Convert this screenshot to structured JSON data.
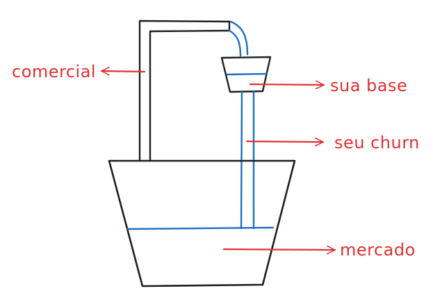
{
  "diagram": {
    "labels": {
      "comercial": "comercial",
      "sua_base": "sua base",
      "seu_churn": "seu churn",
      "mercado": "mercado"
    },
    "colors": {
      "outline": "#1e1e1e",
      "water": "#1971c2",
      "label": "#e03131",
      "background": "#ffffff"
    }
  }
}
